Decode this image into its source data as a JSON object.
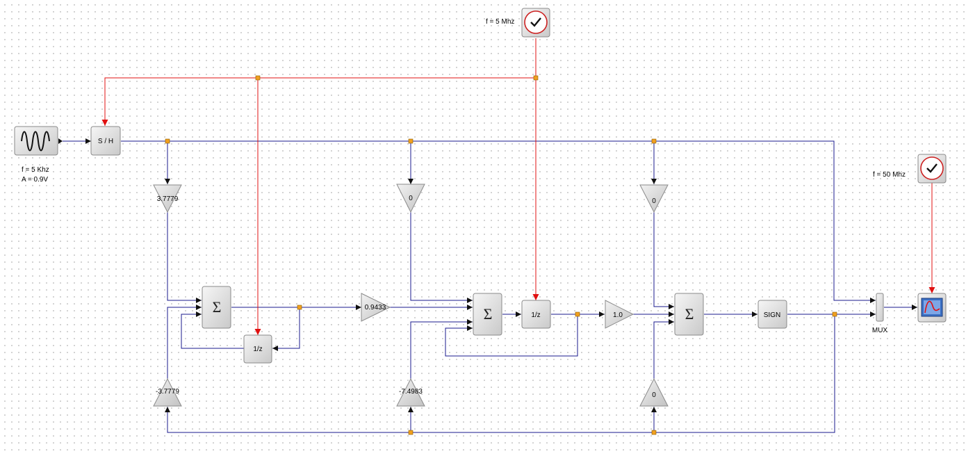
{
  "diagram": {
    "source": {
      "freq_label": "f = 5 Khz",
      "amp_label": "A = 0.9V"
    },
    "clock_top": {
      "freq_label": "f = 5 Mhz"
    },
    "clock_right": {
      "freq_label": "f = 50 Mhz"
    },
    "blocks": {
      "sample_hold": "S / H",
      "delay1": "1/z",
      "delay2": "1/z",
      "sign": "SIGN",
      "mux": "MUX"
    },
    "gains": {
      "g1_top": "3.7779",
      "g1_bottom": "-3.7779",
      "g_mid": "0.9433",
      "g2_top": "0",
      "g2_bottom": "-7.4983",
      "g_unity": "1.0",
      "g3_top": "0",
      "g3_bottom": "0"
    },
    "sum_symbol": "Σ",
    "colors": {
      "signal_wire": "#1a1a8c",
      "clock_wire": "#e01010",
      "split_point": "#f0a020"
    }
  }
}
